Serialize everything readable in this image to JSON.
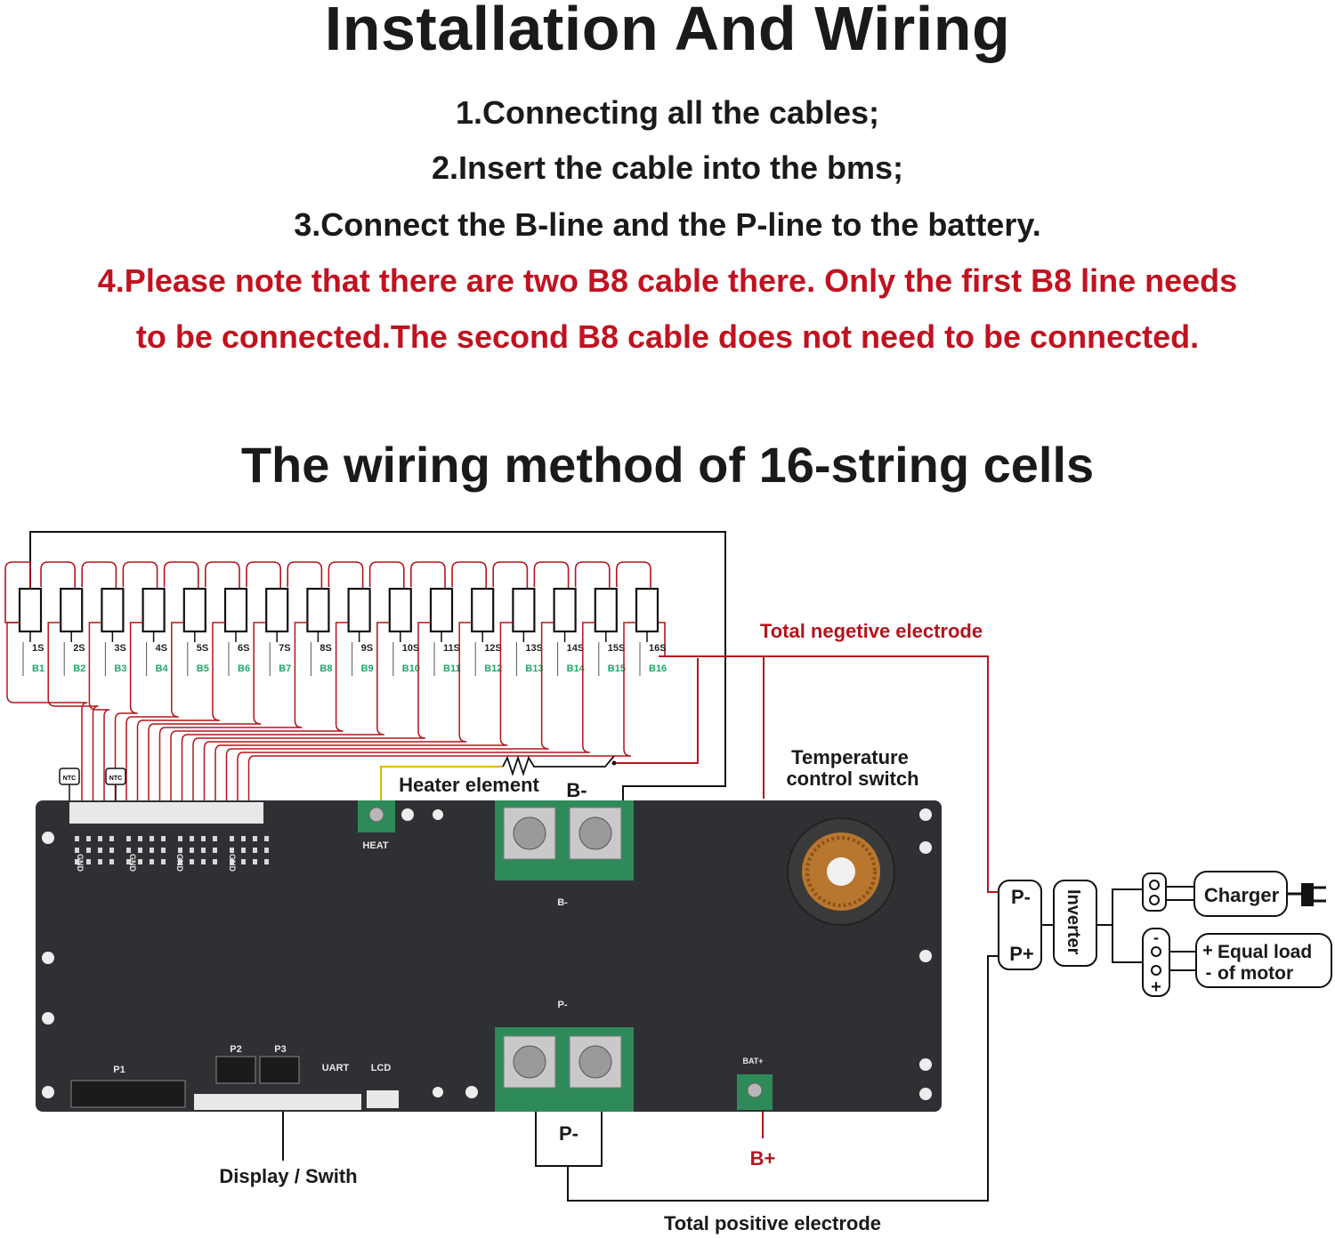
{
  "header": {
    "title": "Installation And Wiring",
    "steps": [
      "1.Connecting all the cables;",
      "2.Insert the cable into the bms;",
      "3.Connect the B-line and the P-line to the battery."
    ],
    "note_lines": [
      "4.Please note that there are two B8 cable there. Only the first B8 line needs",
      "to be connected.The second B8 cable does not need to be connected."
    ],
    "subtitle": "The wiring method of 16-string cells"
  },
  "colors": {
    "note_red": "#c1121f",
    "wire_red": "#b3151c",
    "cell_green": "#1fa66a",
    "board": "#2e3033",
    "terminal_green": "#2f8a5a"
  },
  "diagram": {
    "cells": [
      "1S",
      "2S",
      "3S",
      "4S",
      "5S",
      "6S",
      "7S",
      "8S",
      "9S",
      "10S",
      "11S",
      "12S",
      "13S",
      "14S",
      "15S",
      "16S"
    ],
    "b_labels": [
      "B1",
      "B2",
      "B3",
      "B4",
      "B5",
      "B6",
      "B7",
      "B8",
      "B9",
      "B10",
      "B11",
      "B12",
      "B13",
      "B14",
      "B15",
      "B16"
    ],
    "ntc_label": "NTC",
    "heater_label": "Heater element",
    "heat_label": "HEAT",
    "b_minus_label": "B-",
    "board_b_minus": "B-",
    "board_p_minus": "P-",
    "total_negative": "Total negetive electrode",
    "temp_switch": [
      "Temperature",
      "control switch"
    ],
    "gnd_label": "GND",
    "p1_label": "P1",
    "p2_label": "P2",
    "p3_label": "P3",
    "uart_label": "UART",
    "lcd_label": "LCD",
    "bat_label": "BAT+",
    "display_label": "Display / Swith",
    "p_minus_box": "P-",
    "b_plus_label": "B+",
    "total_positive": "Total positive electrode",
    "port_p_minus": "P-",
    "port_p_plus": "P+",
    "inverter_label": "Inverter",
    "charger_label": "Charger",
    "load_line1": "Equal load",
    "load_line2": "of motor",
    "plus_sign": "+",
    "minus_sign": "-"
  }
}
